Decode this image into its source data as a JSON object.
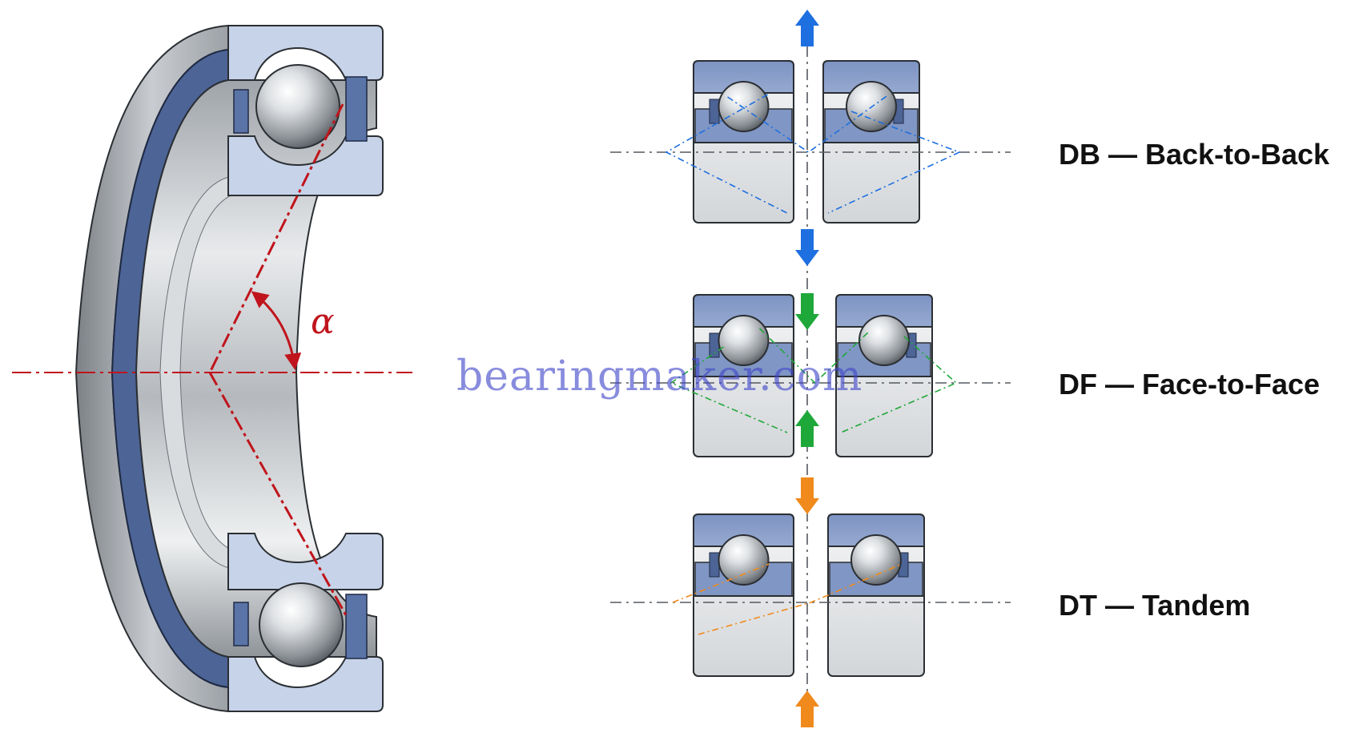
{
  "diagram": {
    "angle_symbol": "α",
    "arrangements": [
      {
        "id": "db",
        "label": "DB — Back-to-Back",
        "color": "#1e6fe0"
      },
      {
        "id": "df",
        "label": "DF — Face-to-Face",
        "color": "#1fa83a"
      },
      {
        "id": "dt",
        "label": "DT — Tandem",
        "color": "#f08a1c"
      }
    ],
    "watermark": "bearingmaker.com"
  },
  "colors": {
    "ring_blue": "#8096c4",
    "ring_light": "#c9d5ea",
    "steel": "#c4c8cc",
    "contact_line_red": "#c0141c"
  }
}
